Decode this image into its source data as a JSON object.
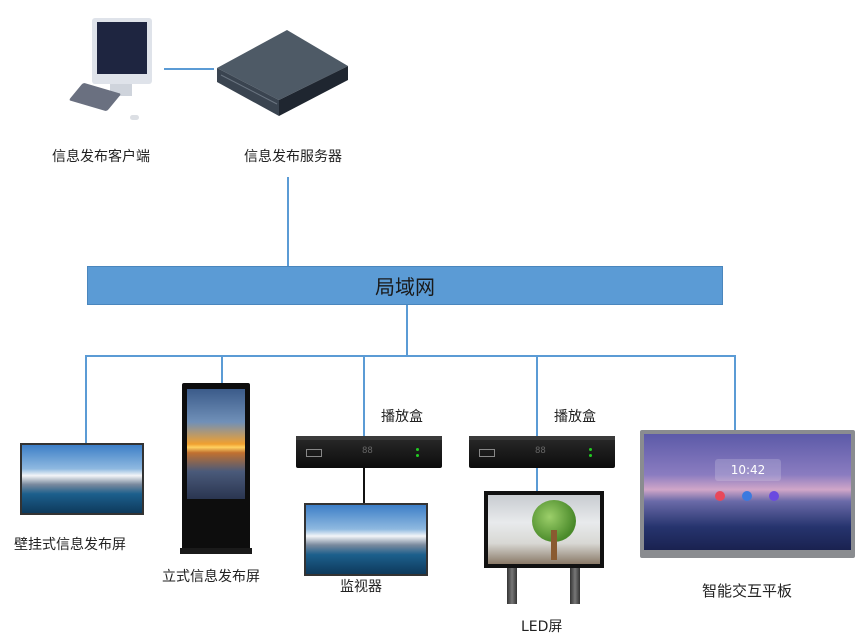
{
  "diagram": {
    "title": "信息发布系统网络拓扑",
    "nodes": {
      "client": {
        "label": "信息发布客户端",
        "icon": "desktop-computer-icon"
      },
      "server": {
        "label": "信息发布服务器",
        "icon": "server-box-icon"
      },
      "lan": {
        "label": "局域网"
      },
      "wall_screen": {
        "label": "壁挂式信息发布屏",
        "icon": "wall-display-icon"
      },
      "kiosk": {
        "label": "立式信息发布屏",
        "icon": "standing-kiosk-icon"
      },
      "player_box_1": {
        "label": "播放盒",
        "icon": "media-player-box-icon",
        "display": "88"
      },
      "monitor": {
        "label": "监视器",
        "icon": "monitor-icon"
      },
      "player_box_2": {
        "label": "播放盒",
        "icon": "media-player-box-icon",
        "display": "88"
      },
      "led_screen": {
        "label": "LED屏",
        "icon": "led-billboard-icon"
      },
      "smart_board": {
        "label": "智能交互平板",
        "icon": "interactive-panel-icon",
        "clock": "10:42"
      }
    },
    "edges": [
      [
        "client",
        "server"
      ],
      [
        "server",
        "lan"
      ],
      [
        "lan",
        "wall_screen"
      ],
      [
        "lan",
        "kiosk"
      ],
      [
        "lan",
        "player_box_1"
      ],
      [
        "player_box_1",
        "monitor"
      ],
      [
        "lan",
        "player_box_2"
      ],
      [
        "player_box_2",
        "led_screen"
      ],
      [
        "lan",
        "smart_board"
      ]
    ],
    "colors": {
      "lan_fill": "#5b9bd5",
      "connector": "#5b9bd5",
      "hdmi_connector": "#111111"
    }
  }
}
